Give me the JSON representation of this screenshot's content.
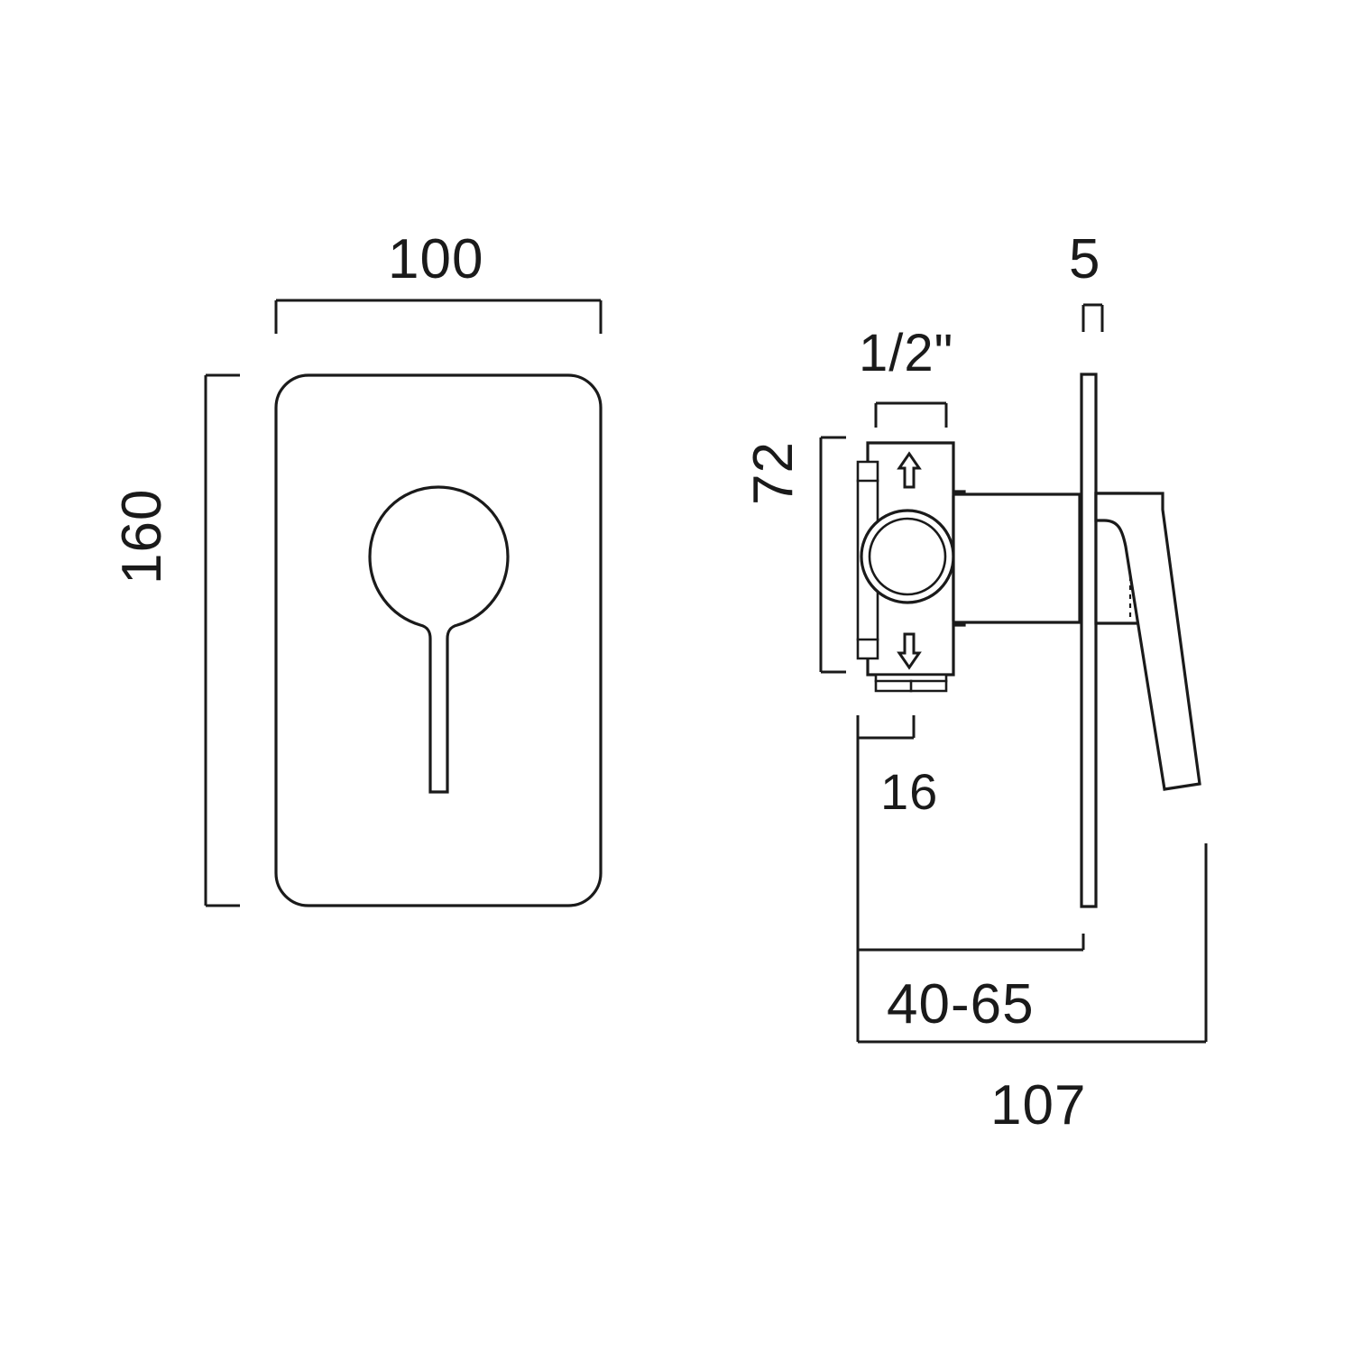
{
  "drawing": {
    "title": "Concealed shower valve dimensional drawing",
    "background_color": "#ffffff",
    "line_color": "#1a1a1a",
    "views": [
      {
        "name": "front-view",
        "description": "Rectangular faceplate with round lever handle"
      },
      {
        "name": "side-view",
        "description": "Valve body cross section with wall plate and lever"
      }
    ]
  },
  "dimensions": {
    "plate_width": "100",
    "plate_height": "160",
    "plate_thickness": "5",
    "inlet_thread": "1/2\"",
    "body_height": "72",
    "body_offset": "16",
    "wall_depth_range": "40-65",
    "total_projection": "107"
  },
  "labels": {
    "d100": "100",
    "d160": "160",
    "d5": "5",
    "dhalf": "1/2\"",
    "d72": "72",
    "d16": "16",
    "d4065": "40-65",
    "d107": "107"
  },
  "icons": {
    "flow_up": "up-arrow-icon",
    "flow_down": "down-arrow-icon"
  }
}
